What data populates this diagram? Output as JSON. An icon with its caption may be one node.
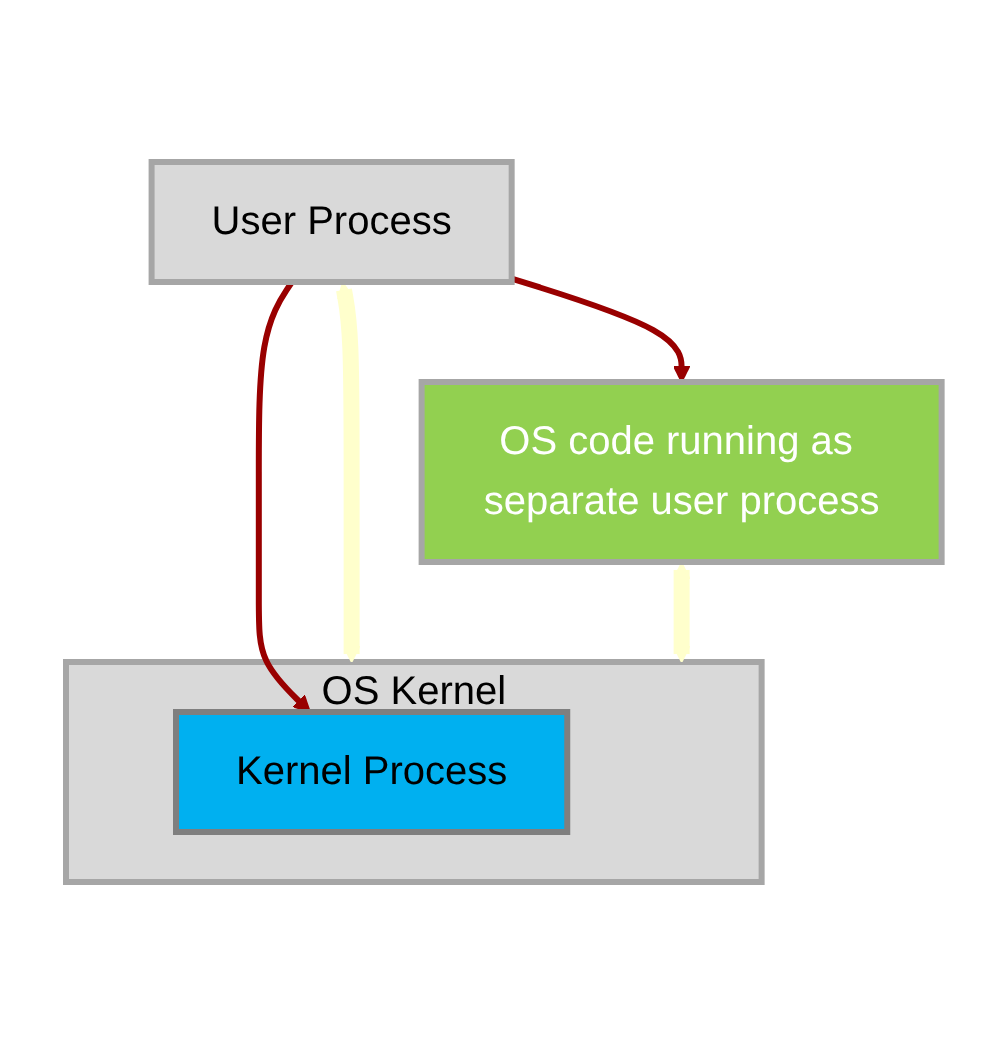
{
  "diagram": {
    "nodes": [
      {
        "text": [
          "User Process"
        ]
      },
      {
        "text": [
          "OS code running as separate user process"
        ]
      },
      {
        "text": [
          "OS Kernel"
        ]
      },
      {
        "text": [
          "Kernel Process"
        ],
        "in": 2
      }
    ],
    "edges": [
      {
        "from": 0,
        "to": 2,
        "arrow": "both",
        "style": "thick",
        "color": "#ffffcc"
      },
      {
        "from": 1,
        "to": 2,
        "arrow": "both",
        "style": "thick",
        "color": "#ffffcc"
      },
      {
        "from": 0,
        "to": 1,
        "arrow": "to",
        "color": "#990000"
      },
      {
        "from": 0,
        "to": 3,
        "arrow": "to",
        "color": "#990000"
      }
    ]
  }
}
